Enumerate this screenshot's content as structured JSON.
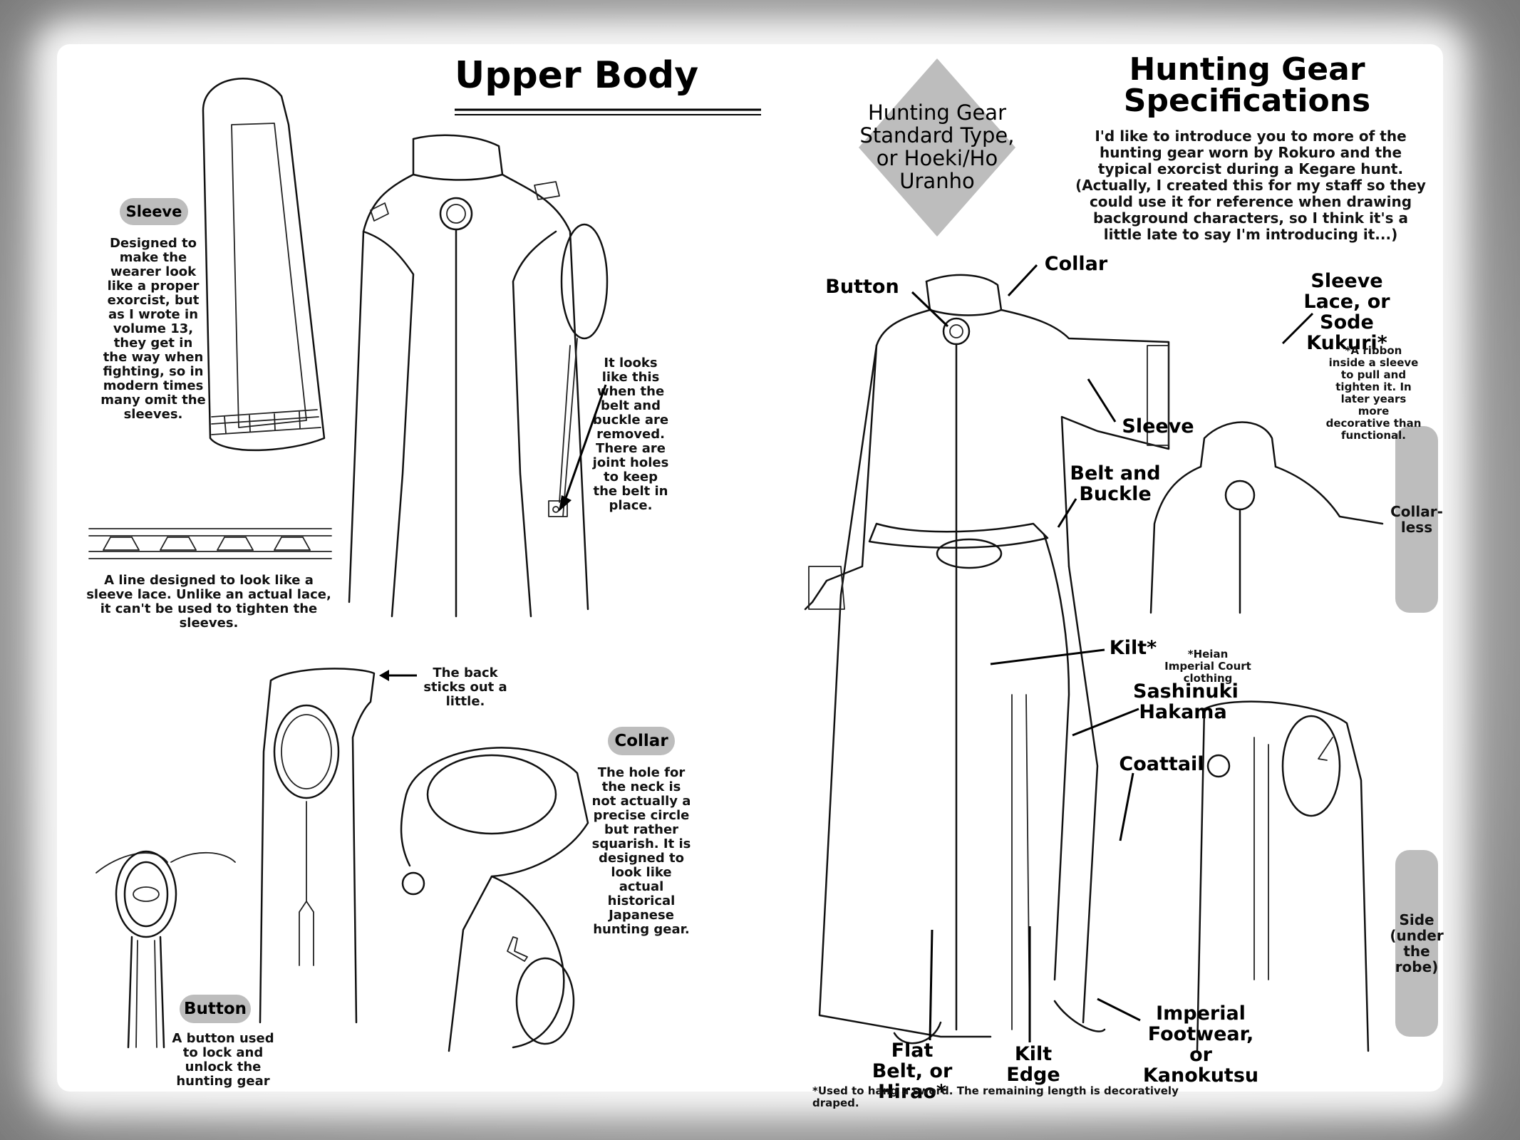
{
  "left_page": {
    "title": "Upper Body",
    "sleeve": {
      "tag": "Sleeve",
      "text": "Designed to make the wearer look like a proper exorcist, but as I wrote in volume 13, they get in the way when fighting, so in modern times many omit the sleeves."
    },
    "sleeve_lace_line": "A line designed to look like a sleeve lace. Unlike an actual lace, it can't be used to tighten the sleeves.",
    "belt_note": "It looks like this when the belt and buckle are removed. There are joint holes to keep the belt in place.",
    "back_note": "The back sticks out a little.",
    "collar": {
      "tag": "Collar",
      "text": "The hole for the neck is not actually a precise circle but rather squarish. It is designed to look like actual historical Japanese hunting gear."
    },
    "button": {
      "tag": "Button",
      "text": "A button used to lock and unlock the hunting gear"
    }
  },
  "right_page": {
    "title_line1": "Hunting Gear",
    "title_line2": "Specifications",
    "diamond_text": "Hunting Gear Standard Type, or Hoeki/Ho Uranho",
    "intro": "I'd like to introduce you to more of the hunting gear worn by Rokuro and the typical exorcist during a Kegare hunt. (Actually, I created this for my staff so they could use it for reference when drawing background characters, so I think it's a little late to say I'm introducing it...)",
    "labels": {
      "button": "Button",
      "collar": "Collar",
      "sleeve_lace": "Sleeve Lace, or Sode Kukuri*",
      "sleeve_lace_note": "*A ribbon inside a sleeve to pull and tighten it. In later years more decorative than functional.",
      "sleeve": "Sleeve",
      "belt_buckle": "Belt and Buckle",
      "kilt": "Kilt*",
      "kilt_note": "*Heian Imperial Court clothing",
      "sashinuki": "Sashinuki Hakama",
      "coattail": "Coattail",
      "flat_belt": "Flat Belt, or Hirao*",
      "kilt_edge": "Kilt Edge",
      "footwear": "Imperial Footwear, or Kanokutsu",
      "footnote": "*Used to hang a sword. The remaining length is decoratively draped."
    },
    "tabs": {
      "collarless": "Collar- less",
      "side": "Side (under the robe)"
    }
  }
}
